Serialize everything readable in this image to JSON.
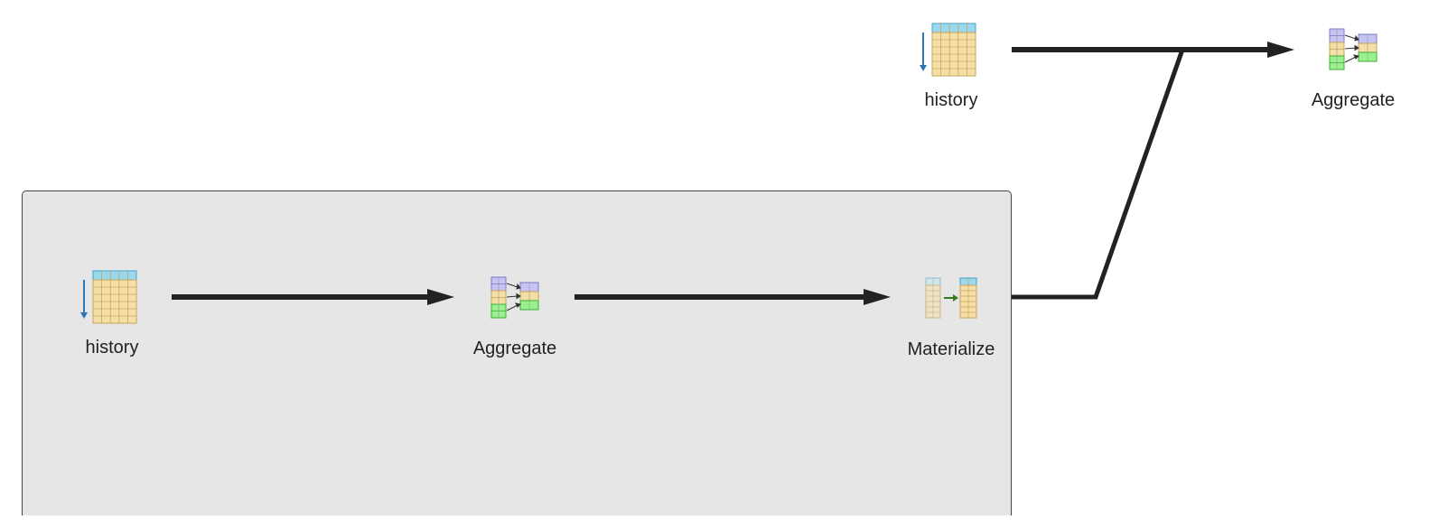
{
  "nodes": {
    "top_scan": {
      "label": "history",
      "icon": "table-scan-icon"
    },
    "top_aggregate": {
      "label": "Aggregate",
      "icon": "aggregate-icon"
    },
    "cte_scan": {
      "label": "history",
      "icon": "table-scan-icon"
    },
    "cte_aggregate": {
      "label": "Aggregate",
      "icon": "aggregate-icon"
    },
    "cte_materialize": {
      "label": "Materialize",
      "icon": "materialize-icon"
    }
  },
  "edges": [
    {
      "from": "top_scan",
      "to": "top_aggregate"
    },
    {
      "from": "cte_scan",
      "to": "cte_aggregate"
    },
    {
      "from": "cte_aggregate",
      "to": "cte_materialize"
    },
    {
      "from": "cte_materialize",
      "to": "top_aggregate"
    }
  ],
  "colors": {
    "edge": "#222222",
    "cte_background": "#e6e6e6",
    "scan_arrow": "#2e75b6",
    "table_header": "#9ad8ee",
    "table_body": "#f4dfa6",
    "agg_purple": "#c6c4f2",
    "agg_green": "#99f08e",
    "materialize_arrow": "#2e7d1e"
  }
}
